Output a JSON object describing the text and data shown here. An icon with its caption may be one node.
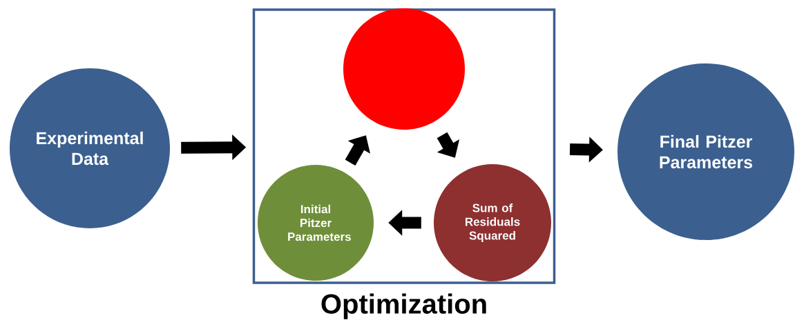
{
  "diagram": {
    "nodes": [
      {
        "text": [
          "Experimental Data"
        ]
      },
      {
        "text": [
          "Optimization"
        ]
      },
      {
        "text": [],
        "shape": "circle",
        "in": 1
      },
      {
        "text": [
          "Sum of Residuals Squared"
        ],
        "in": 1
      },
      {
        "text": [
          "Initial Pitzer Parameters"
        ],
        "in": 1
      },
      {
        "text": [
          "Final Pitzer Parameters"
        ]
      }
    ],
    "edges": [
      {
        "from": 0,
        "to": 1,
        "arrow": "to"
      },
      {
        "from": 2,
        "to": 3,
        "arrow": "to"
      },
      {
        "from": 3,
        "to": 4,
        "arrow": "to"
      },
      {
        "from": 4,
        "to": 2,
        "arrow": "to"
      },
      {
        "from": 1,
        "to": 5,
        "arrow": "to"
      }
    ]
  }
}
